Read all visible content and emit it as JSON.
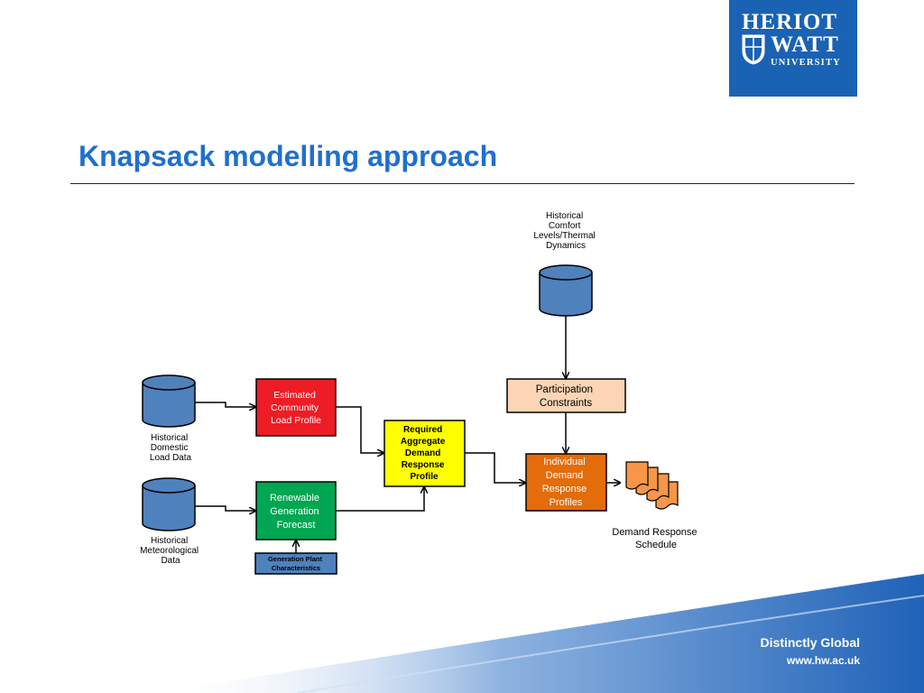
{
  "brand": {
    "logo_line1": "HERIOT",
    "logo_line2": "WATT",
    "logo_line3": "UNIVERSITY",
    "tagline": "Distinctly Global",
    "url": "www.hw.ac.uk"
  },
  "slide": {
    "title": "Knapsack modelling approach"
  },
  "diagram": {
    "comfort_db_label": [
      "Historical",
      "Comfort",
      "Levels/Thermal",
      "Dynamics"
    ],
    "domestic_db_label": [
      "Historical",
      "Domestic",
      "Load Data"
    ],
    "met_db_label": [
      "Historical",
      "Meteorological",
      "Data"
    ],
    "community_load_box": [
      "Estimated",
      "Community",
      "Load Profile"
    ],
    "renewable_box": [
      "Renewable",
      "Generation",
      "Forecast"
    ],
    "plant_box": [
      "Generation Plant",
      "Characteristics"
    ],
    "aggregate_box": [
      "Required",
      "Aggregate",
      "Demand",
      "Response",
      "Profile"
    ],
    "participation_box": [
      "Participation",
      "Constraints"
    ],
    "individual_box": [
      "Individual",
      "Demand",
      "Response",
      "Profiles"
    ],
    "schedule_label": [
      "Demand Response",
      "Schedule"
    ]
  },
  "colors": {
    "brand_blue": "#1a62b3",
    "title_blue": "#1f6fd0",
    "db_blue": "#4f81bd",
    "red_box": "#ee1c24",
    "green_box": "#00a651",
    "yellow_box": "#ffff00",
    "peach_box": "#fcd5b5",
    "orange_box": "#e46c0a",
    "doc_orange": "#f79646",
    "plant_blue": "#4f81bd"
  }
}
